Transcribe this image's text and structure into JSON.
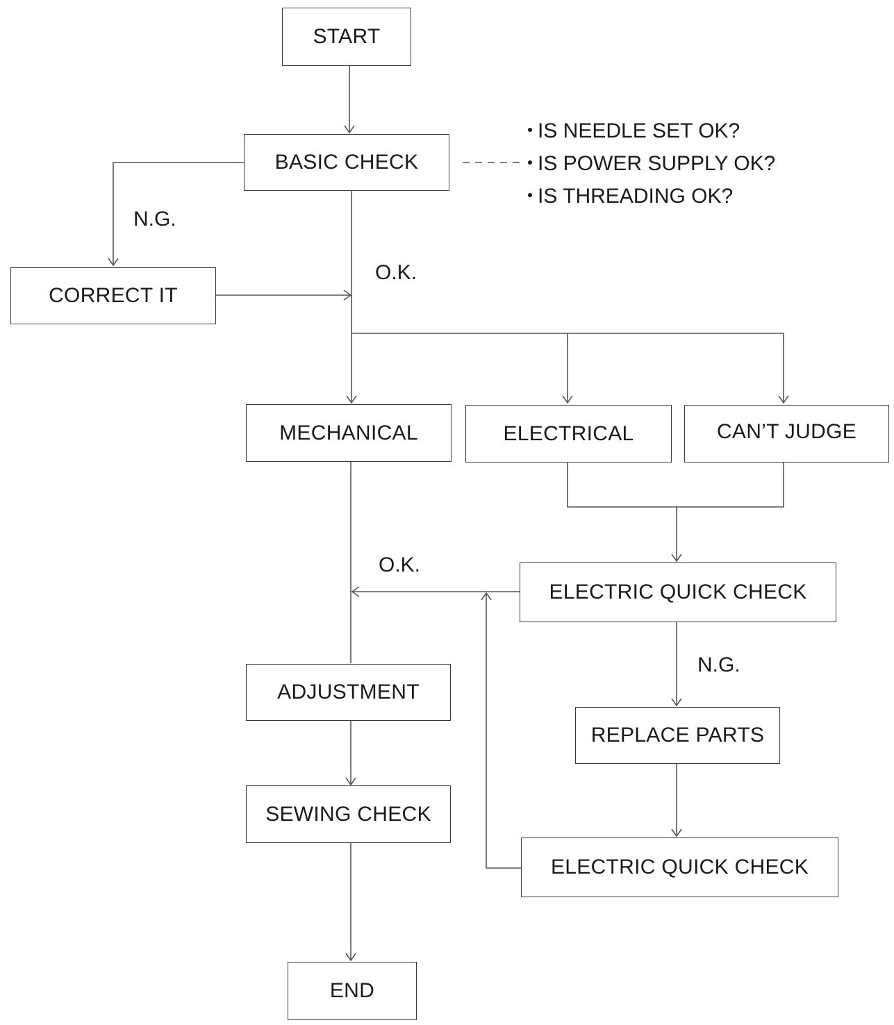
{
  "nodes": {
    "start": "START",
    "basic_check": "BASIC CHECK",
    "correct_it": "CORRECT IT",
    "mechanical": "MECHANICAL",
    "electrical": "ELECTRICAL",
    "cant_judge": "CAN’T JUDGE",
    "electric_quick_check_1": "ELECTRIC QUICK CHECK",
    "adjustment": "ADJUSTMENT",
    "replace_parts": "REPLACE PARTS",
    "sewing_check": "SEWING CHECK",
    "electric_quick_check_2": "ELECTRIC QUICK CHECK",
    "end": "END"
  },
  "labels": {
    "ng_basic": "N.G.",
    "ok_basic": "O.K.",
    "ok_quick": "O.K.",
    "ng_quick": "N.G."
  },
  "notes": [
    "IS NEEDLE SET OK?",
    "IS POWER SUPPLY OK?",
    "IS THREADING OK?"
  ],
  "colors": {
    "line": "#555555",
    "box_border": "#3a3a3a",
    "text": "#1a1a1a"
  }
}
